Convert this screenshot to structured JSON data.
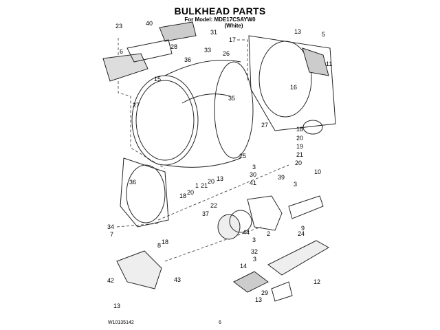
{
  "header": {
    "title": "BULKHEAD PARTS",
    "model_line": "For Model: MDE17CSAYW0",
    "color_line": "(White)"
  },
  "footer": {
    "doc_number": "W10135142",
    "page_number": "6"
  },
  "callouts": [
    "40",
    "23",
    "31",
    "13",
    "17",
    "5",
    "6",
    "28",
    "33",
    "26",
    "36",
    "11",
    "15",
    "16",
    "35",
    "27",
    "27",
    "18",
    "20",
    "19",
    "21",
    "25",
    "20",
    "3",
    "30",
    "39",
    "10",
    "13",
    "36",
    "41",
    "3",
    "1",
    "21",
    "20",
    "20",
    "18",
    "22",
    "37",
    "34",
    "7",
    "44",
    "9",
    "2",
    "18",
    "3",
    "24",
    "8",
    "32",
    "3",
    "14",
    "43",
    "42",
    "12",
    "29",
    "13",
    "13"
  ]
}
